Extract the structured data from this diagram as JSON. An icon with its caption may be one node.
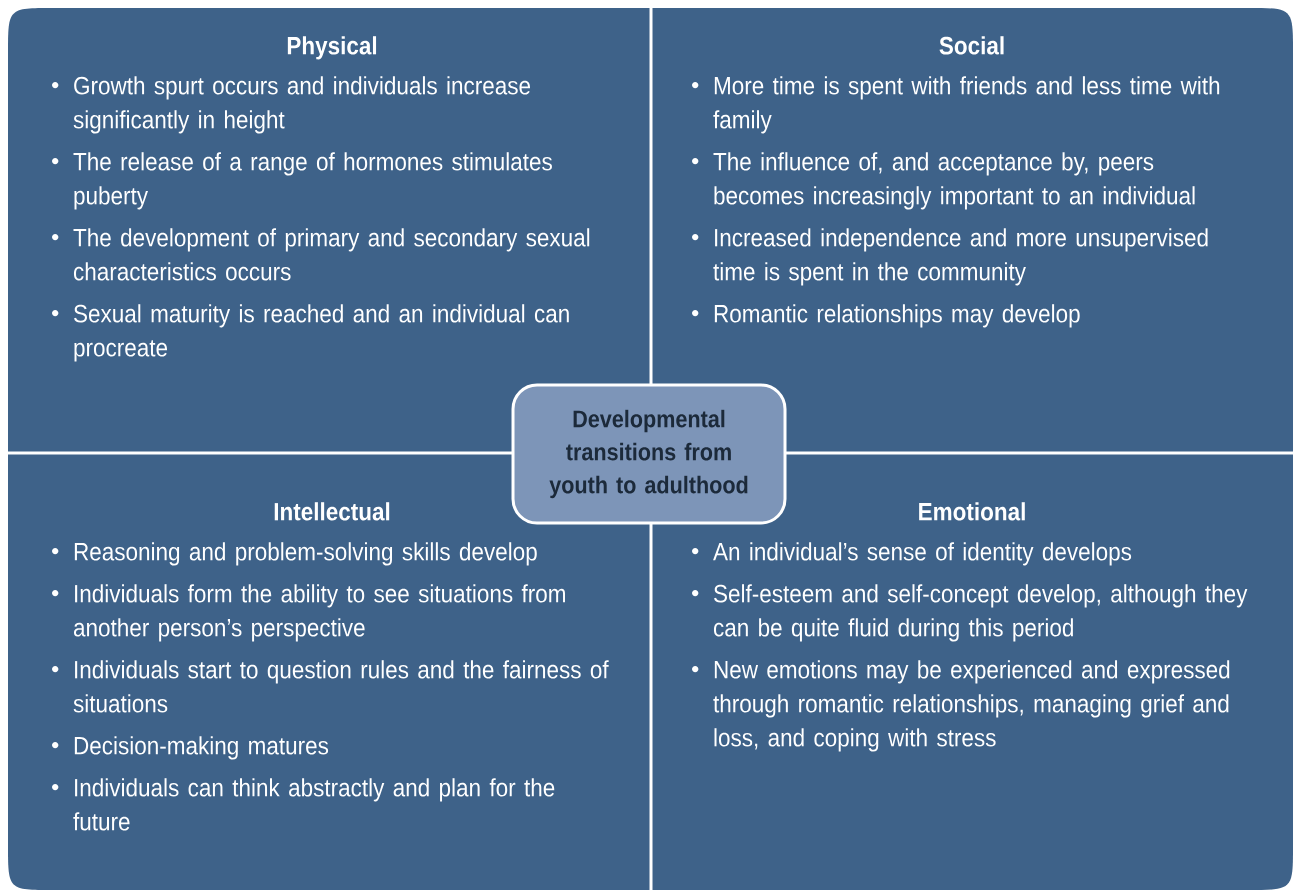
{
  "diagram": {
    "nodes": [
      {
        "text": [
          "Physical",
          "Growth spurt occurs and individuals increase significantly in height",
          "The release of a range of hormones stimulates puberty",
          "The development of primary and secondary sexual characteristics occurs",
          "Sexual maturity is reached and an individual can procreate"
        ]
      },
      {
        "text": [
          "Social",
          "More time is spent with friends and less time with family",
          "The influence of, and acceptance by, peers becomes increasingly important to an individual",
          "Increased independence and more unsupervised time is spent in the community",
          "Romantic relationships may develop"
        ]
      },
      {
        "text": [
          "Developmental transitions from youth to adulthood"
        ]
      },
      {
        "text": [
          "Intellectual",
          "Reasoning and problem-solving skills develop",
          "Individuals form the ability to see situations from another person’s perspective",
          "Individuals start to question rules and the fairness of situations",
          "Decision-making matures",
          "Individuals can think abstractly and plan for the future"
        ]
      },
      {
        "text": [
          "Emotional",
          "An individual’s sense of identity develops",
          "Self-esteem and self-concept develop, although they can be quite fluid during this period",
          "New emotions may be experienced and expressed through romantic relationships, managing grief and loss, and coping with stress"
        ]
      }
    ]
  }
}
